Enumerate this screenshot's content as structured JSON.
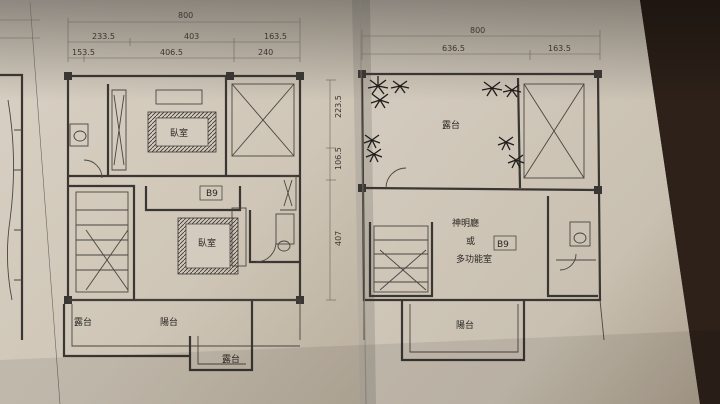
{
  "plan_left": {
    "dims_top": [
      "800",
      "233.5",
      "403",
      "163.5",
      "153.5",
      "406.5",
      "240"
    ],
    "dims_side": [
      "223.5",
      "106.5",
      "407"
    ],
    "rooms": {
      "bedroom_top": "臥室",
      "bedroom_mid": "臥室",
      "unit_tag": "B9",
      "terrace_left": "露台",
      "balcony": "陽台",
      "terrace_bottom": "露台"
    }
  },
  "plan_right": {
    "dims_top": [
      "800",
      "636.5",
      "163.5"
    ],
    "rooms": {
      "terrace_top": "露台",
      "shrine_line1": "神明廳",
      "shrine_line2": "或",
      "shrine_line3": "多功能室",
      "unit_tag": "B9",
      "balcony": "陽台"
    }
  }
}
